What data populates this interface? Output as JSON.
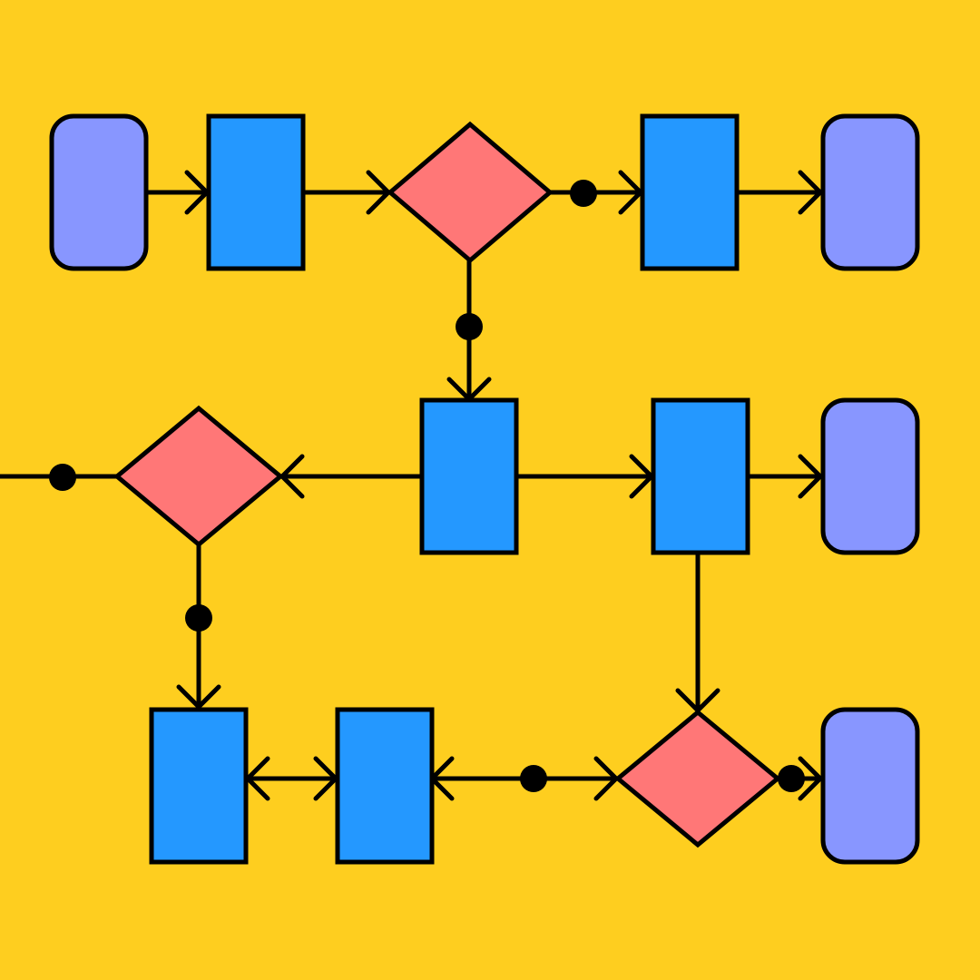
{
  "colors": {
    "background": "#FECE1F",
    "terminal": "#8896FF",
    "process": "#2498FF",
    "decision": "#FF7777",
    "stroke": "#000000"
  },
  "diagram": {
    "type": "flowchart",
    "nodes": [
      {
        "id": "t1",
        "kind": "terminal"
      },
      {
        "id": "p1",
        "kind": "process"
      },
      {
        "id": "d1",
        "kind": "decision"
      },
      {
        "id": "p2",
        "kind": "process"
      },
      {
        "id": "t2",
        "kind": "terminal"
      },
      {
        "id": "d2",
        "kind": "decision"
      },
      {
        "id": "p3",
        "kind": "process"
      },
      {
        "id": "p4",
        "kind": "process"
      },
      {
        "id": "t3",
        "kind": "terminal"
      },
      {
        "id": "p5",
        "kind": "process"
      },
      {
        "id": "p6",
        "kind": "process"
      },
      {
        "id": "d3",
        "kind": "decision"
      },
      {
        "id": "t4",
        "kind": "terminal"
      }
    ],
    "edges": [
      {
        "from": "t1",
        "to": "p1",
        "arrow_end": true
      },
      {
        "from": "p1",
        "to": "d1",
        "arrow_end": true
      },
      {
        "from": "d1",
        "to": "p2",
        "arrow_end": true,
        "junction_dot": true
      },
      {
        "from": "p2",
        "to": "t2",
        "arrow_end": true
      },
      {
        "from": "d1",
        "to": "p3",
        "arrow_end": true,
        "junction_dot": true
      },
      {
        "from": "p3",
        "to": "d2",
        "arrow_end": true
      },
      {
        "from": "d2",
        "to": "off-canvas-left",
        "junction_dot": true
      },
      {
        "from": "p3",
        "to": "p4",
        "arrow_end": true
      },
      {
        "from": "p4",
        "to": "t3",
        "arrow_end": true
      },
      {
        "from": "d2",
        "to": "p5",
        "arrow_end": true,
        "junction_dot": true
      },
      {
        "from": "p4",
        "to": "d3",
        "arrow_end": true
      },
      {
        "from": "p5",
        "to": "p6",
        "arrow_start": true,
        "arrow_end": true
      },
      {
        "from": "d3",
        "to": "p6",
        "arrow_start": true,
        "arrow_end": true,
        "junction_dot": true
      },
      {
        "from": "d3",
        "to": "t4",
        "arrow_end": true,
        "junction_dot": true
      }
    ]
  }
}
